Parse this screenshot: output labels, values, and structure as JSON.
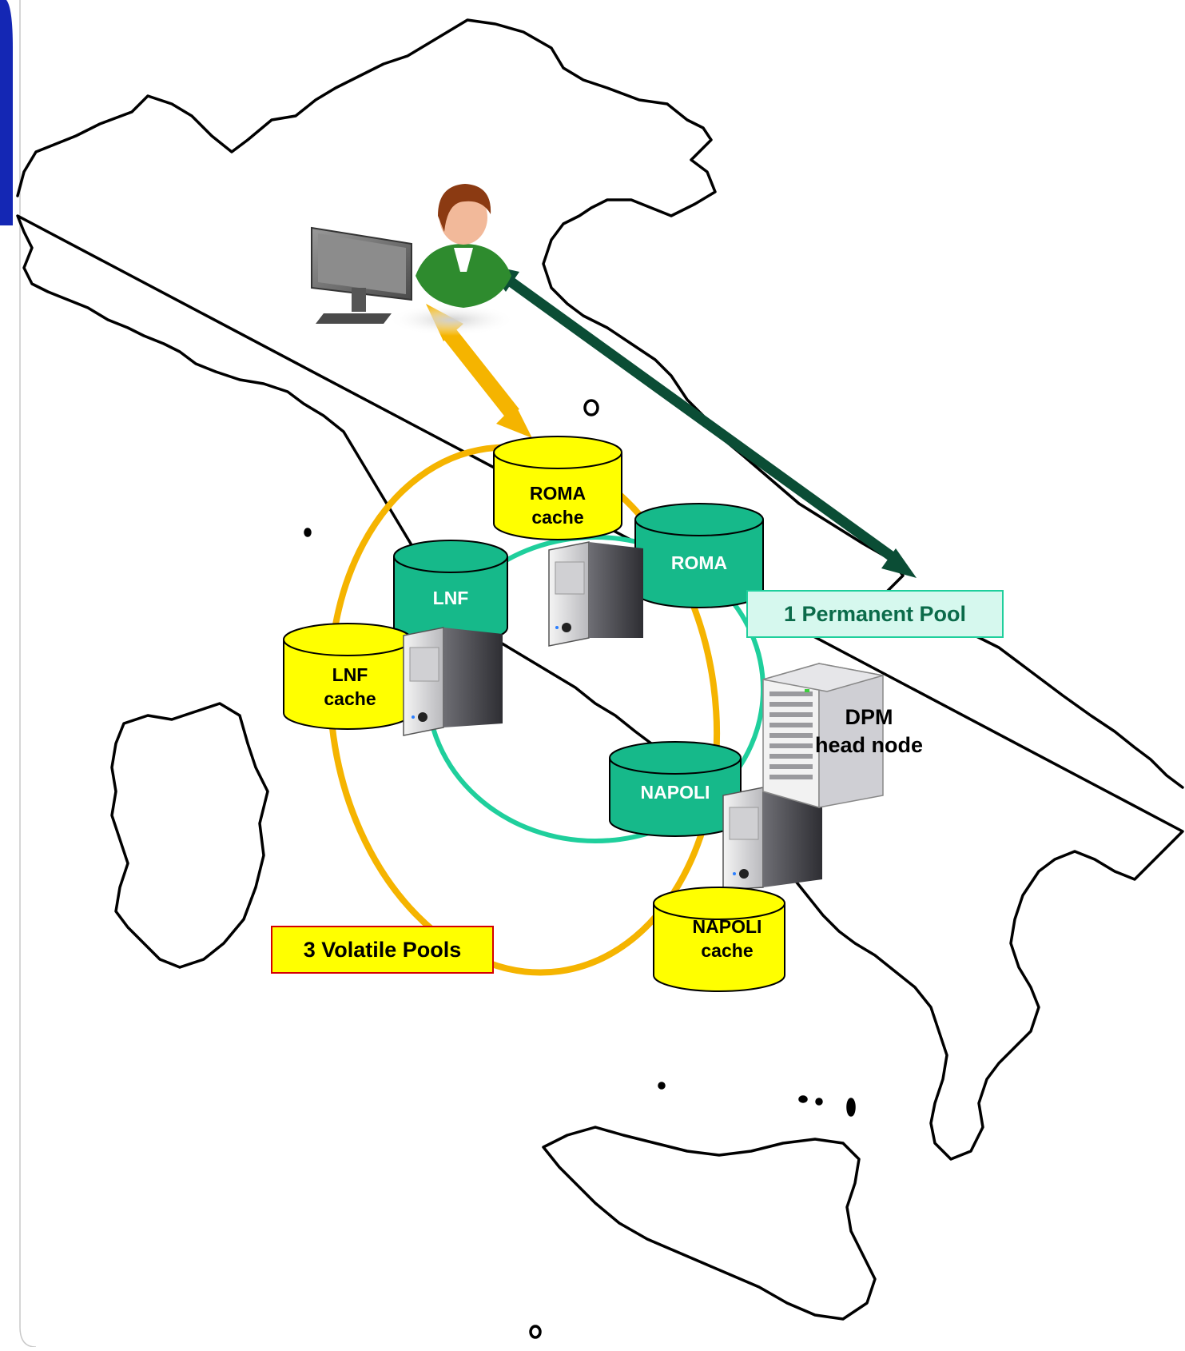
{
  "colors": {
    "sidebar_accent": "#1427b4",
    "volatile": "#f5b400",
    "permanent": "#1fcf9c",
    "permanent_disk": "#16b98a",
    "cache_disk": "#ffff00",
    "permanent_arrow": "#0b4d35",
    "map_outline": "#000000"
  },
  "diagram": {
    "storage": {
      "roma_cache": "ROMA\ncache",
      "roma": "ROMA",
      "lnf": "LNF",
      "lnf_cache": "LNF\ncache",
      "napoli": "NAPOLI",
      "napoli_cache": "NAPOLI\ncache"
    },
    "head_node": "DPM\nhead node",
    "permanent_pool_label": "1 Permanent Pool",
    "volatile_pools_label": "3 Volatile Pools",
    "icons": [
      "user-icon",
      "monitor-icon",
      "server-icon",
      "rack-server-icon",
      "disk-icon",
      "bidirectional-arrow-icon"
    ]
  }
}
